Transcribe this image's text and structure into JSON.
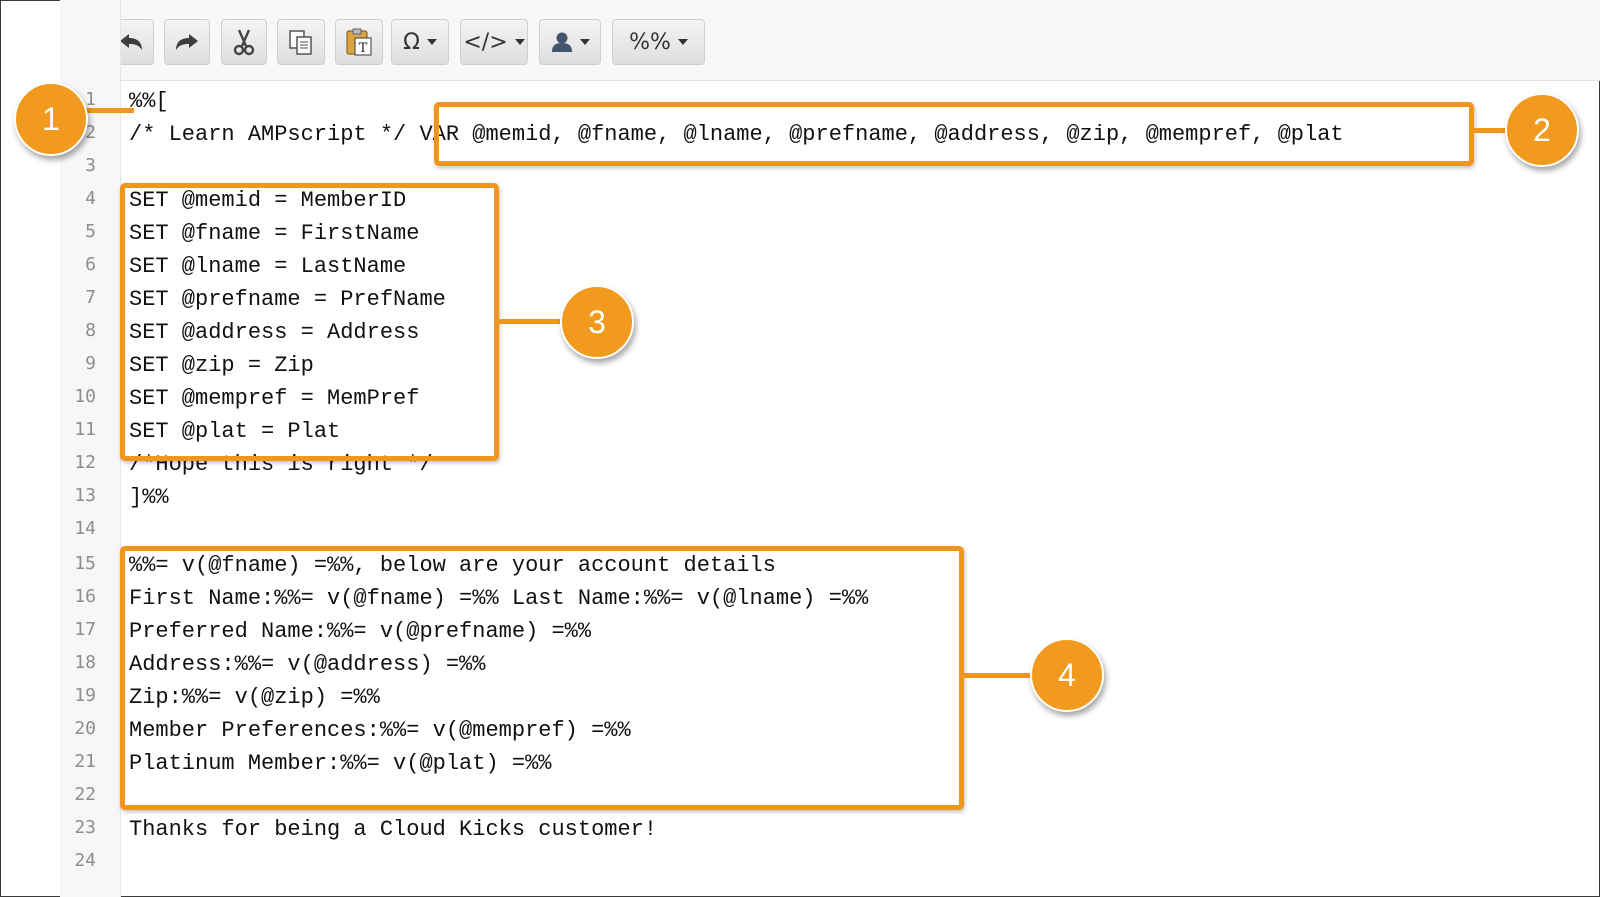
{
  "toolbar": {
    "buttons": [
      {
        "icon": "undo-icon"
      },
      {
        "icon": "redo-icon"
      },
      {
        "icon": "cut-icon"
      },
      {
        "icon": "copy-icon"
      },
      {
        "icon": "paste-text-icon"
      },
      {
        "icon": "omega-icon",
        "label": "Ω"
      },
      {
        "icon": "code-icon",
        "label": "</>"
      },
      {
        "icon": "personalization-icon"
      },
      {
        "icon": "ampscript-icon",
        "label": "%%"
      }
    ]
  },
  "editor": {
    "lines": [
      {
        "num": "1",
        "text": "%%["
      },
      {
        "num": "2",
        "text": "/* Learn AMPscript */ VAR @memid, @fname, @lname, @prefname, @address, @zip, @mempref, @plat"
      },
      {
        "num": "3",
        "text": ""
      },
      {
        "num": "4",
        "text": "SET @memid = MemberID"
      },
      {
        "num": "5",
        "text": "SET @fname = FirstName"
      },
      {
        "num": "6",
        "text": "SET @lname = LastName"
      },
      {
        "num": "7",
        "text": "SET @prefname = PrefName"
      },
      {
        "num": "8",
        "text": "SET @address = Address"
      },
      {
        "num": "9",
        "text": "SET @zip = Zip"
      },
      {
        "num": "10",
        "text": "SET @mempref = MemPref"
      },
      {
        "num": "11",
        "text": "SET @plat = Plat"
      },
      {
        "num": "12",
        "text": "/*Hope this is right */"
      },
      {
        "num": "13",
        "text": "]%%"
      },
      {
        "num": "14",
        "text": ""
      },
      {
        "num": "15",
        "text": "%%= v(@fname) =%%, below are your account details"
      },
      {
        "num": "16",
        "text": "First Name:%%= v(@fname) =%% Last Name:%%= v(@lname) =%%"
      },
      {
        "num": "17",
        "text": "Preferred Name:%%= v(@prefname) =%%"
      },
      {
        "num": "18",
        "text": "Address:%%= v(@address) =%%"
      },
      {
        "num": "19",
        "text": "Zip:%%= v(@zip) =%%"
      },
      {
        "num": "20",
        "text": "Member Preferences:%%= v(@mempref) =%%"
      },
      {
        "num": "21",
        "text": "Platinum Member:%%= v(@plat) =%%"
      },
      {
        "num": "22",
        "text": ""
      },
      {
        "num": "23",
        "text": "Thanks for being a Cloud Kicks customer!"
      },
      {
        "num": "24",
        "text": ""
      }
    ]
  },
  "callouts": [
    "1",
    "2",
    "3",
    "4"
  ],
  "colors": {
    "accent": "#f0961e",
    "gutter": "#f7f7f7",
    "toolbar": "#f8f8f8"
  }
}
